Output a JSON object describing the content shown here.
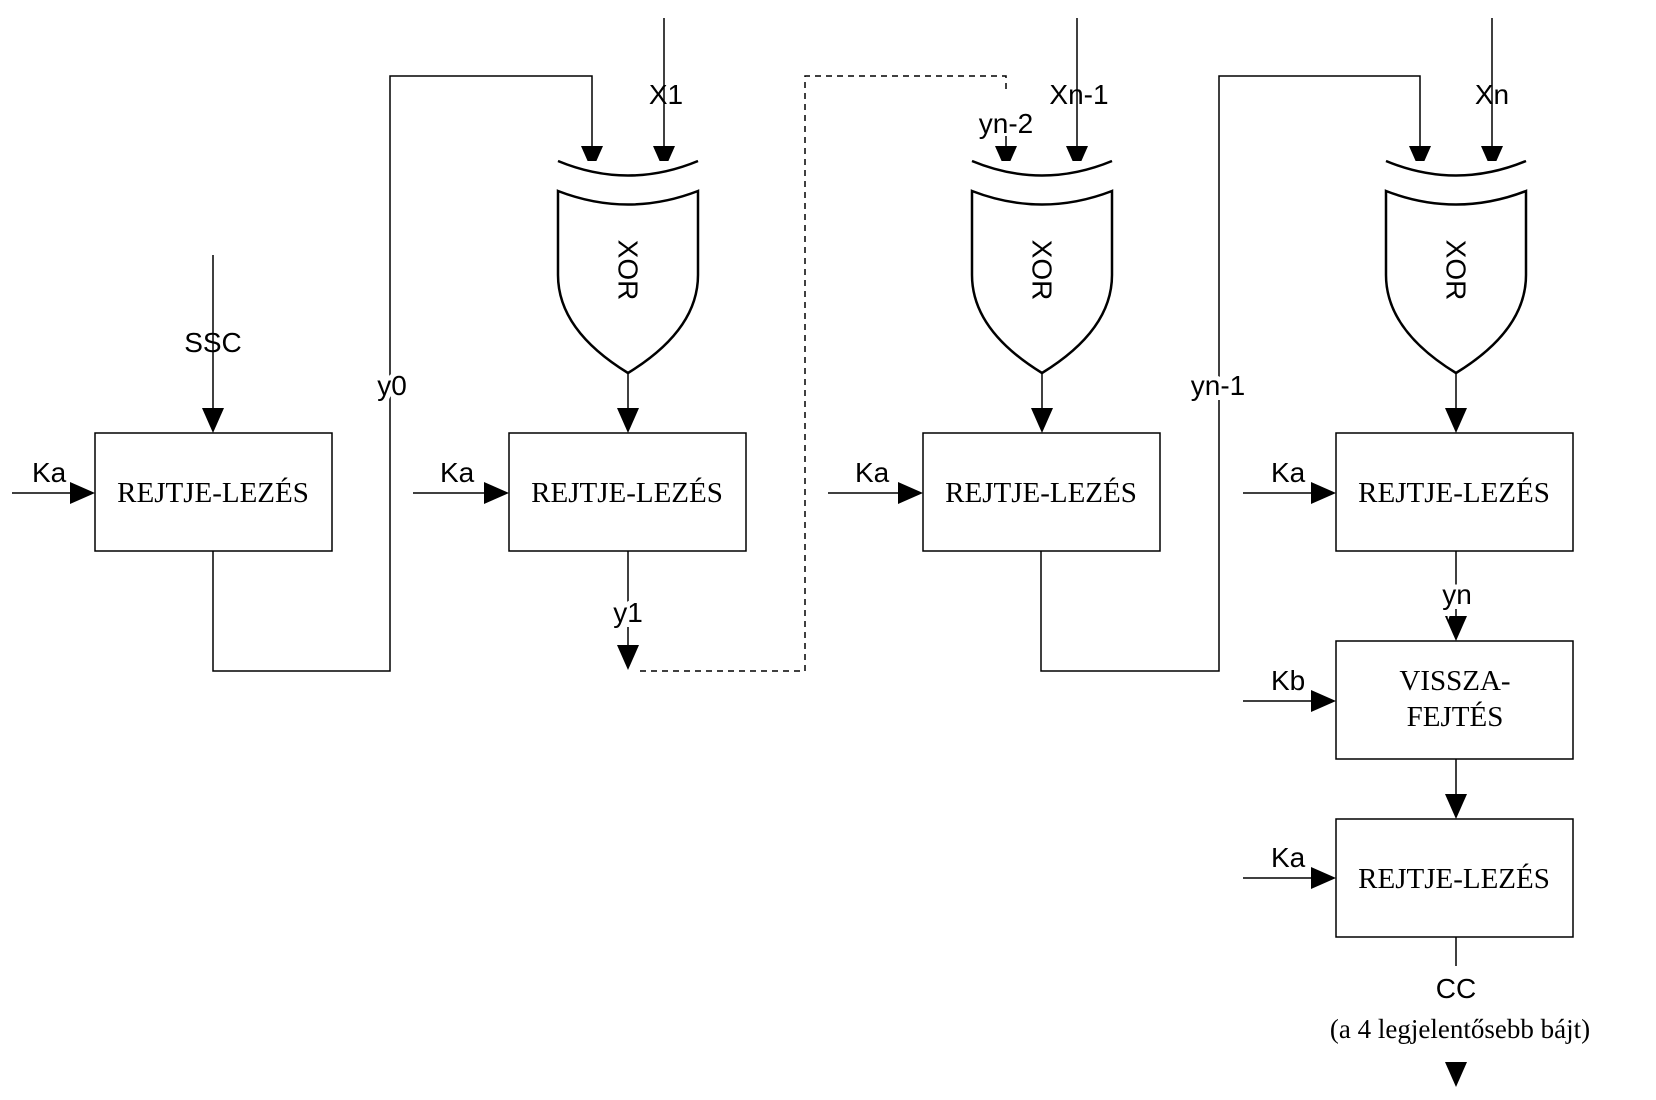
{
  "labels": {
    "ssc": "SSC",
    "ka": "Ka",
    "kb": "Kb",
    "y0": "y0",
    "y1": "y1",
    "yn_2": "yn-2",
    "yn_1": "yn-1",
    "yn": "yn",
    "x1": "X1",
    "xn_1": "Xn-1",
    "xn": "Xn",
    "xor": "XOR",
    "cc": "CC",
    "cc_note": "(a 4 legjelentősebb bájt)"
  },
  "blocks": {
    "encrypt": "REJTJE-LEZÉS",
    "decrypt_line1": "VISSZA-",
    "decrypt_line2": "FEJTÉS"
  }
}
